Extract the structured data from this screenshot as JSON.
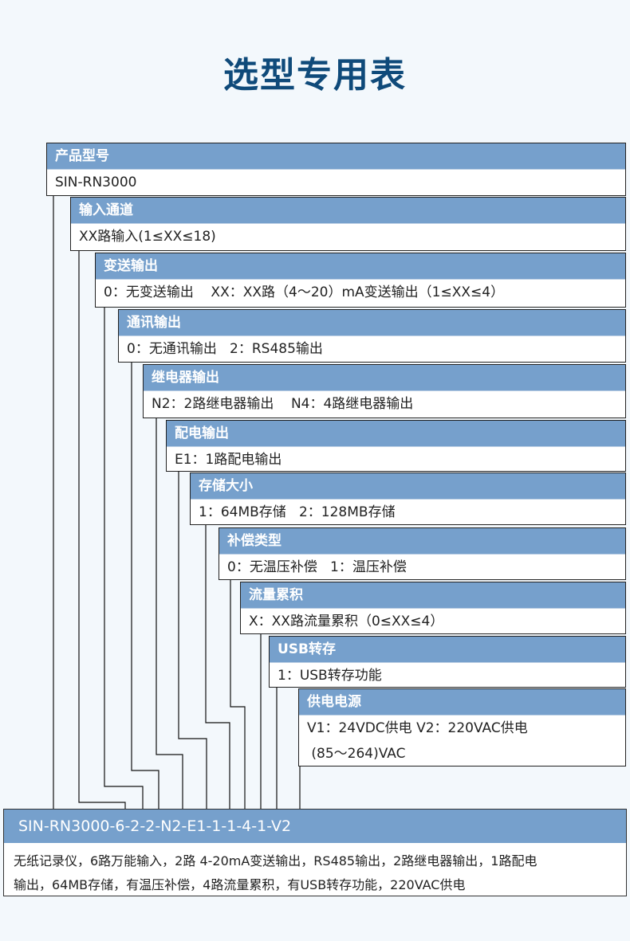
{
  "title": "选型专用表",
  "colors": {
    "header_blue": "#76a0cc",
    "title_blue": "#0f4a7a",
    "background": "#f3f8fc"
  },
  "rows": [
    {
      "header": "产品型号",
      "body": "SIN-RN3000"
    },
    {
      "header": "输入通道",
      "body": "XX路输入(1≤XX≤18)"
    },
    {
      "header": "变送输出",
      "body": "0：无变送输出    XX：XX路（4～20）mA变送输出（1≤XX≤4）"
    },
    {
      "header": "通讯输出",
      "body": "0：无通讯输出   2：RS485输出"
    },
    {
      "header": "继电器输出",
      "body": "N2：2路继电器输出    N4：4路继电器输出"
    },
    {
      "header": "配电输出",
      "body": "E1：1路配电输出"
    },
    {
      "header": "存储大小",
      "body": "1：64MB存储   2：128MB存储"
    },
    {
      "header": "补偿类型",
      "body": "0：无温压补偿   1：温压补偿"
    },
    {
      "header": "流量累积",
      "body": "X：XX路流量累积（0≤XX≤4）"
    },
    {
      "header": "USB转存",
      "body": "1：USB转存功能"
    },
    {
      "header": "供电电源",
      "body": "V1：24VDC供电 V2：220VAC供电",
      "body2": " (85～264)VAC"
    }
  ],
  "result": {
    "code": "SIN-RN3000-6-2-2-N2-E1-1-1-4-1-V2",
    "description_line1": "无纸记录仪，6路万能输入，2路 4-20mA变送输出，RS485输出，2路继电器输出，1路配电",
    "description_line2": "输出，64MB存储，有温压补偿，4路流量累积，有USB转存功能，220VAC供电"
  }
}
